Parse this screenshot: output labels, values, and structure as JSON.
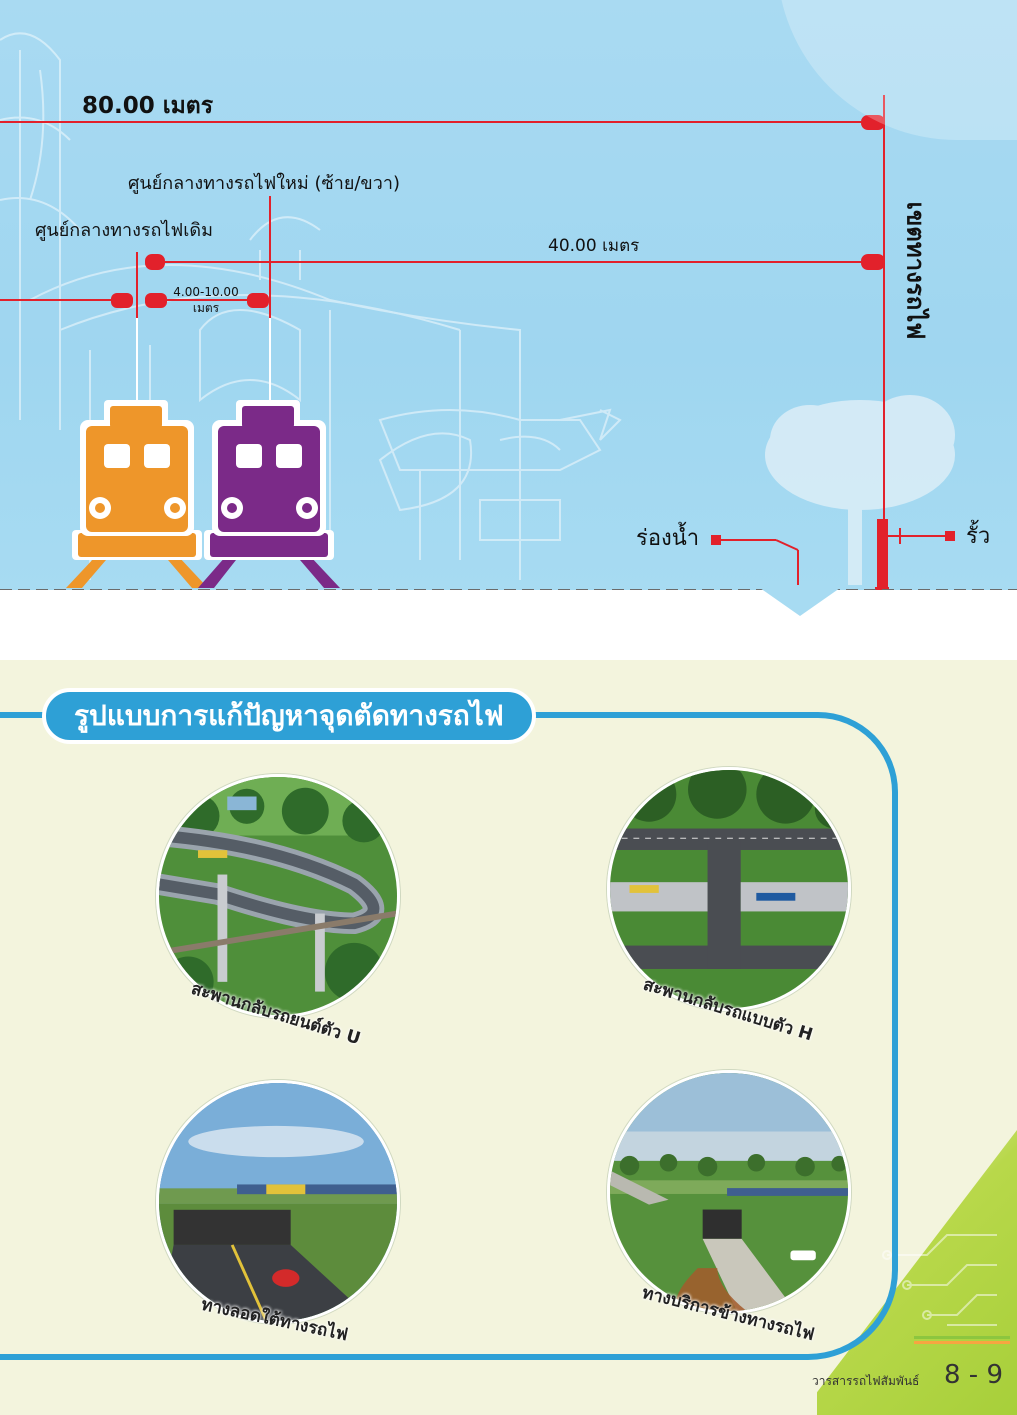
{
  "diagram": {
    "width_total_label": "80.00 เมตร",
    "center_new_label": "ศูนย์กลางทางรถไฟใหม่ (ซ้าย/ขวา)",
    "center_old_label": "ศูนย์กลางทางรถไฟเดิม",
    "half_width_label": "40.00 เมตร",
    "offset_range_line1": "4.00-10.00",
    "offset_range_line2": "เมตร",
    "boundary_label": "เขตทางรถไฟ",
    "drain_label": "ร่องน้ำ",
    "fence_label": "รั้ว",
    "colors": {
      "sky": "#a3d8f1",
      "dimension_line": "#e2212b",
      "old_train": "#ee962a",
      "new_train": "#7b2a88"
    }
  },
  "section": {
    "title": "รูปแบบการแก้ปัญหาจุดตัดทางรถไฟ",
    "accent": "#2ea0d6",
    "items": [
      {
        "caption": "สะพานกลับรถยนต์ตัว U",
        "icon": "u-turn-bridge-photo"
      },
      {
        "caption": "สะพานกลับรถแบบตัว H",
        "icon": "h-bridge-photo"
      },
      {
        "caption": "ทางลอดใต้ทางรถไฟ",
        "icon": "underpass-photo"
      },
      {
        "caption": "ทางบริการข้างทางรถไฟ",
        "icon": "service-road-photo"
      }
    ]
  },
  "footer": {
    "publication": "วารสารรถไฟสัมพันธ์",
    "page_numbers": "8 - 9",
    "stripe_colors": [
      "#8cc63f",
      "#f7a541",
      "#2ea0d6"
    ]
  }
}
